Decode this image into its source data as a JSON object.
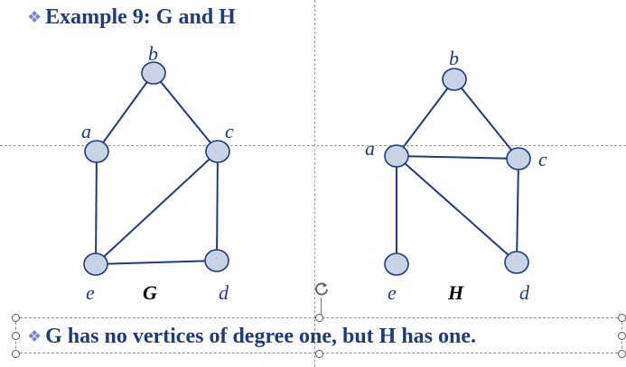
{
  "slide": {
    "title": "Example 9: G and H",
    "caption": "G has no vertices of degree one, but H has one.",
    "bullet_icon": "diamond-bullet-icon"
  },
  "graph_g": {
    "name": "G",
    "vertices": [
      "a",
      "b",
      "c",
      "d",
      "e"
    ],
    "edges": [
      [
        "a",
        "b"
      ],
      [
        "b",
        "c"
      ],
      [
        "a",
        "e"
      ],
      [
        "c",
        "e"
      ],
      [
        "c",
        "d"
      ],
      [
        "e",
        "d"
      ]
    ]
  },
  "graph_h": {
    "name": "H",
    "vertices": [
      "a",
      "b",
      "c",
      "d",
      "e"
    ],
    "edges": [
      [
        "a",
        "b"
      ],
      [
        "b",
        "c"
      ],
      [
        "a",
        "c"
      ],
      [
        "a",
        "e"
      ],
      [
        "a",
        "d"
      ],
      [
        "c",
        "d"
      ]
    ]
  },
  "colors": {
    "text": "#1f3b7a",
    "node_fill": "#c9d3e6",
    "bullet": "#7b86d6"
  }
}
